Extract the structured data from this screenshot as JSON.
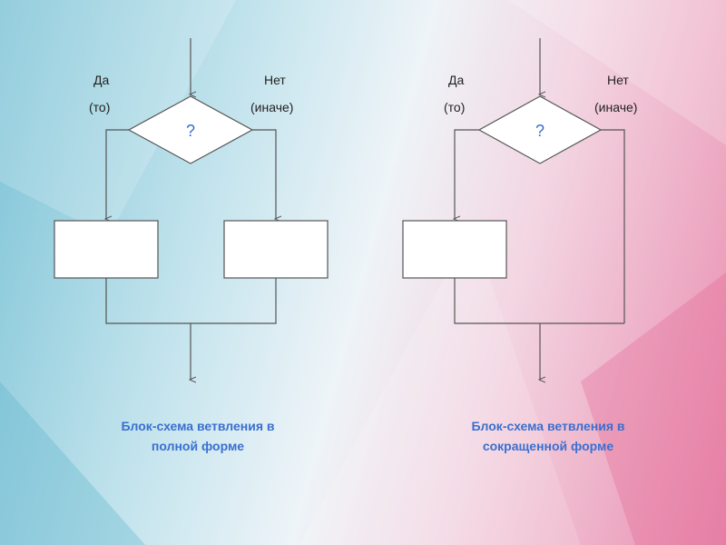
{
  "diagrams": [
    {
      "yes_label": "Да",
      "yes_sub": "(то)",
      "no_label": "Нет",
      "no_sub": "(иначе)",
      "question": "?",
      "caption_line1": "Блок-схема ветвления в",
      "caption_line2": "полной форме"
    },
    {
      "yes_label": "Да",
      "yes_sub": "(то)",
      "no_label": "Нет",
      "no_sub": "(иначе)",
      "question": "?",
      "caption_line1": "Блок-схема ветвления в",
      "caption_line2": "сокращенной форме"
    }
  ],
  "colors": {
    "line": "#555555",
    "caption": "#3a6fd0",
    "question": "#3a6fd0",
    "box_fill": "#ffffff"
  }
}
